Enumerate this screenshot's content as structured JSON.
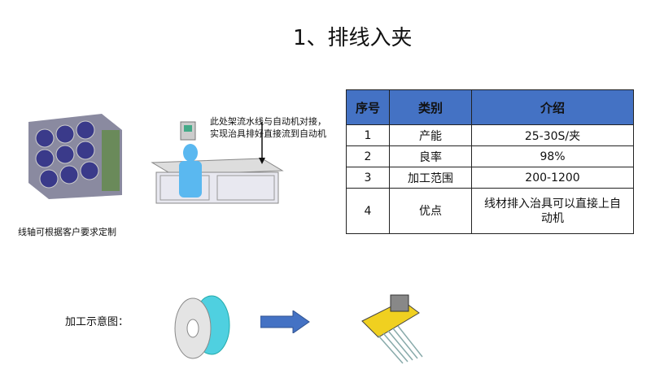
{
  "title": "1、排线入夹",
  "table": {
    "headers": [
      "序号",
      "类别",
      "介绍"
    ],
    "rows": [
      [
        "1",
        "产能",
        "25-30S/夹"
      ],
      [
        "2",
        "良率",
        "98%"
      ],
      [
        "3",
        "加工范围",
        "200-1200"
      ],
      [
        "4",
        "优点",
        "线材排入治具可以直接上自动机"
      ]
    ]
  },
  "annotations": {
    "machine_note_line1": "此处架流水线与自动机对接，",
    "machine_note_line2": "实现治具排好直接流到自动机",
    "reel_note": "线轴可根据客户要求定制",
    "process_label": "加工示意图："
  },
  "colors": {
    "header": "#4472c4",
    "arrow": "#4472c4",
    "spool": "#4fd0e0"
  }
}
